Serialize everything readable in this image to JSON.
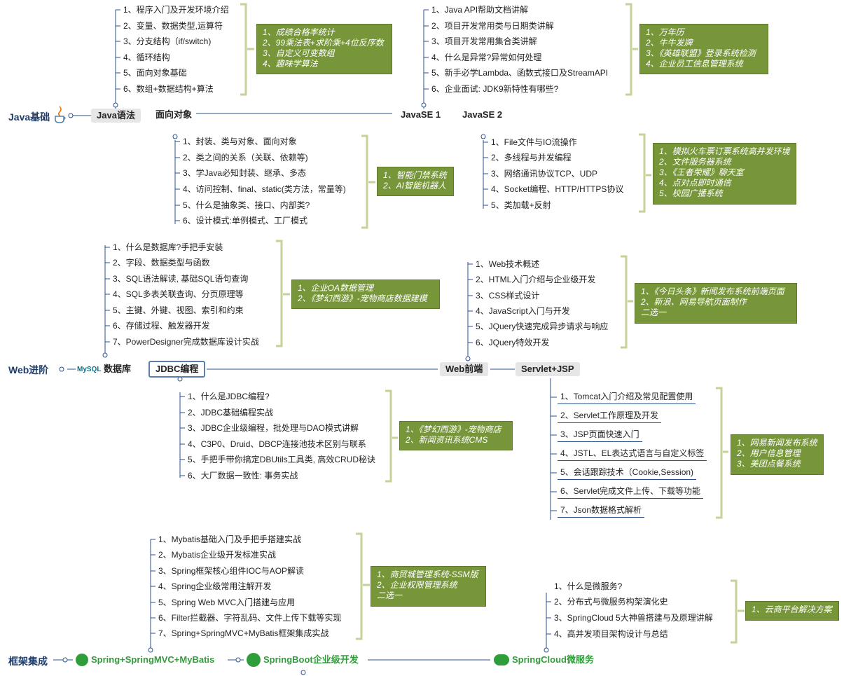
{
  "roots": {
    "java": "Java基础",
    "web": "Web进阶",
    "framework": "框架集成"
  },
  "topics": {
    "java_syntax": "Java语法",
    "oop": "面向对象",
    "javase1": "JavaSE 1",
    "javase2": "JavaSE 2",
    "database": "数据库",
    "mysql_logo": "MySQL",
    "jdbc": "JDBC编程",
    "web_front": "Web前端",
    "servlet_jsp": "Servlet+JSP",
    "ssm": "Spring+SpringMVC+MyBatis",
    "springboot": "SpringBoot企业级开发",
    "springcloud": "SpringCloud微服务"
  },
  "lists": {
    "java_syntax": [
      "1、程序入门及开发环境介绍",
      "2、变量、数据类型,运算符",
      "3、分支结构（if/switch)",
      "4、循环结构",
      "5、面向对象基础",
      "6、数组+数据结构+算法"
    ],
    "javase1": [
      "1、Java API帮助文档讲解",
      "2、项目开发常用类与日期类讲解",
      "3、项目开发常用集合类讲解",
      "4、什么是异常?异常如何处理",
      "5、新手必学Lambda、函数式接口及StreamAPI",
      "6、企业面试: JDK9新特性有哪些?"
    ],
    "oop": [
      "1、封装、类与对象、面向对象",
      "2、类之间的关系（关联、依赖等)",
      "3、学Java必知封装、继承、多态",
      "4、访问控制、final、static(类方法，常量等)",
      "5、什么是抽象类、接口、内部类?",
      "6、设计模式:单例模式、工厂模式"
    ],
    "javase2": [
      "1、File文件与IO流操作",
      "2、多线程与并发编程",
      "3、网络通讯协议TCP、UDP",
      "4、Socket编程、HTTP/HTTPS协议",
      "5、类加载+反射"
    ],
    "database": [
      "1、什么是数据库?手把手安装",
      "2、字段、数据类型与函数",
      "3、SQL语法解读, 基础SQL语句查询",
      "4、SQL多表关联查询、分页原理等",
      "5、主键、外键、视图、索引和约束",
      "6、存储过程、触发器开发",
      "7、PowerDesigner完成数据库设计实战"
    ],
    "web_front": [
      "1、Web技术概述",
      "2、HTML入门介绍与企业级开发",
      "3、CSS样式设计",
      "4、JavaScript入门与开发",
      "5、JQuery快速完成异步请求与响应",
      "6、JQuery特效开发"
    ],
    "jdbc": [
      "1、什么是JDBC编程?",
      "2、JDBC基础编程实战",
      "3、JDBC企业级编程，批处理与DAO模式讲解",
      "4、C3P0、Druid、DBCP连接池技术区别与联系",
      "5、手把手带你搞定DBUtils工具类, 高效CRUD秘诀",
      "6、大厂数据一致性: 事务实战"
    ],
    "servlet": [
      "1、Tomcat入门介绍及常见配置使用",
      "2、Servlet工作原理及开发",
      "3、JSP页面快速入门",
      "4、JSTL、EL表达式语言与自定义标签",
      "5、会话跟踪技术（Cookie,Session)",
      "6、Servlet完成文件上传、下载等功能",
      "7、Json数据格式解析"
    ],
    "ssm": [
      "1、Mybatis基础入门及手把手搭建实战",
      "2、Mybatis企业级开发标准实战",
      "3、Spring框架核心组件IOC与AOP解读",
      "4、Spring企业级常用注解开发",
      "5、Spring Web MVC入门搭建与应用",
      "6、Filter拦截器、字符乱码、文件上传下载等实现",
      "7、Spring+SpringMVC+MyBatis框架集成实战"
    ],
    "springcloud": [
      "1、什么是微服务?",
      "2、分布式与微服务构架演化史",
      "3、SpringCloud 5大神兽搭建与及原理讲解",
      "4、高并发项目架构设计与总结"
    ]
  },
  "projects": {
    "java_syntax": [
      "1、成绩合格率统计",
      "2、99乘法表+求阶乘+4位反序数",
      "3、自定义可变数组",
      "4、趣味学算法"
    ],
    "javase1": [
      "1、万年历",
      "2、牛牛发牌",
      "3、《英雄联盟》登录系统检测",
      "4、企业员工信息管理系统"
    ],
    "oop": [
      "1、智能门禁系统",
      "2、AI智能机器人"
    ],
    "javase2": [
      "1、模拟火车票订票系统高并发环境",
      "2、文件服务器系统",
      "3、《王者荣耀》聊天室",
      "4、点对点即时通信",
      "5、校园广播系统"
    ],
    "database": [
      "1、企业OA数据管理",
      "2、《梦幻西游》-宠物商店数据建模"
    ],
    "web_front": [
      "1、《今日头条》新闻发布系统前端页面",
      "2、新浪、网易导航页面制作",
      "二选一"
    ],
    "jdbc": [
      "1、《梦幻西游》-宠物商店",
      "2、新闻资讯系统CMS"
    ],
    "servlet": [
      "1、网易新闻发布系统",
      "2、用户信息管理",
      "3、美团点餐系统"
    ],
    "ssm": [
      "1、商贸城管理系统-SSM版",
      "2、企业权限管理系统",
      "二选一"
    ],
    "springcloud": [
      "1、云商平台解决方案"
    ]
  },
  "colors": {
    "accent_green": "#77963a",
    "line_blue": "#2b4f8c",
    "bracket": "#c5d29a",
    "root_text": "#1f3d6b",
    "spring_green": "#2f9e3a"
  }
}
